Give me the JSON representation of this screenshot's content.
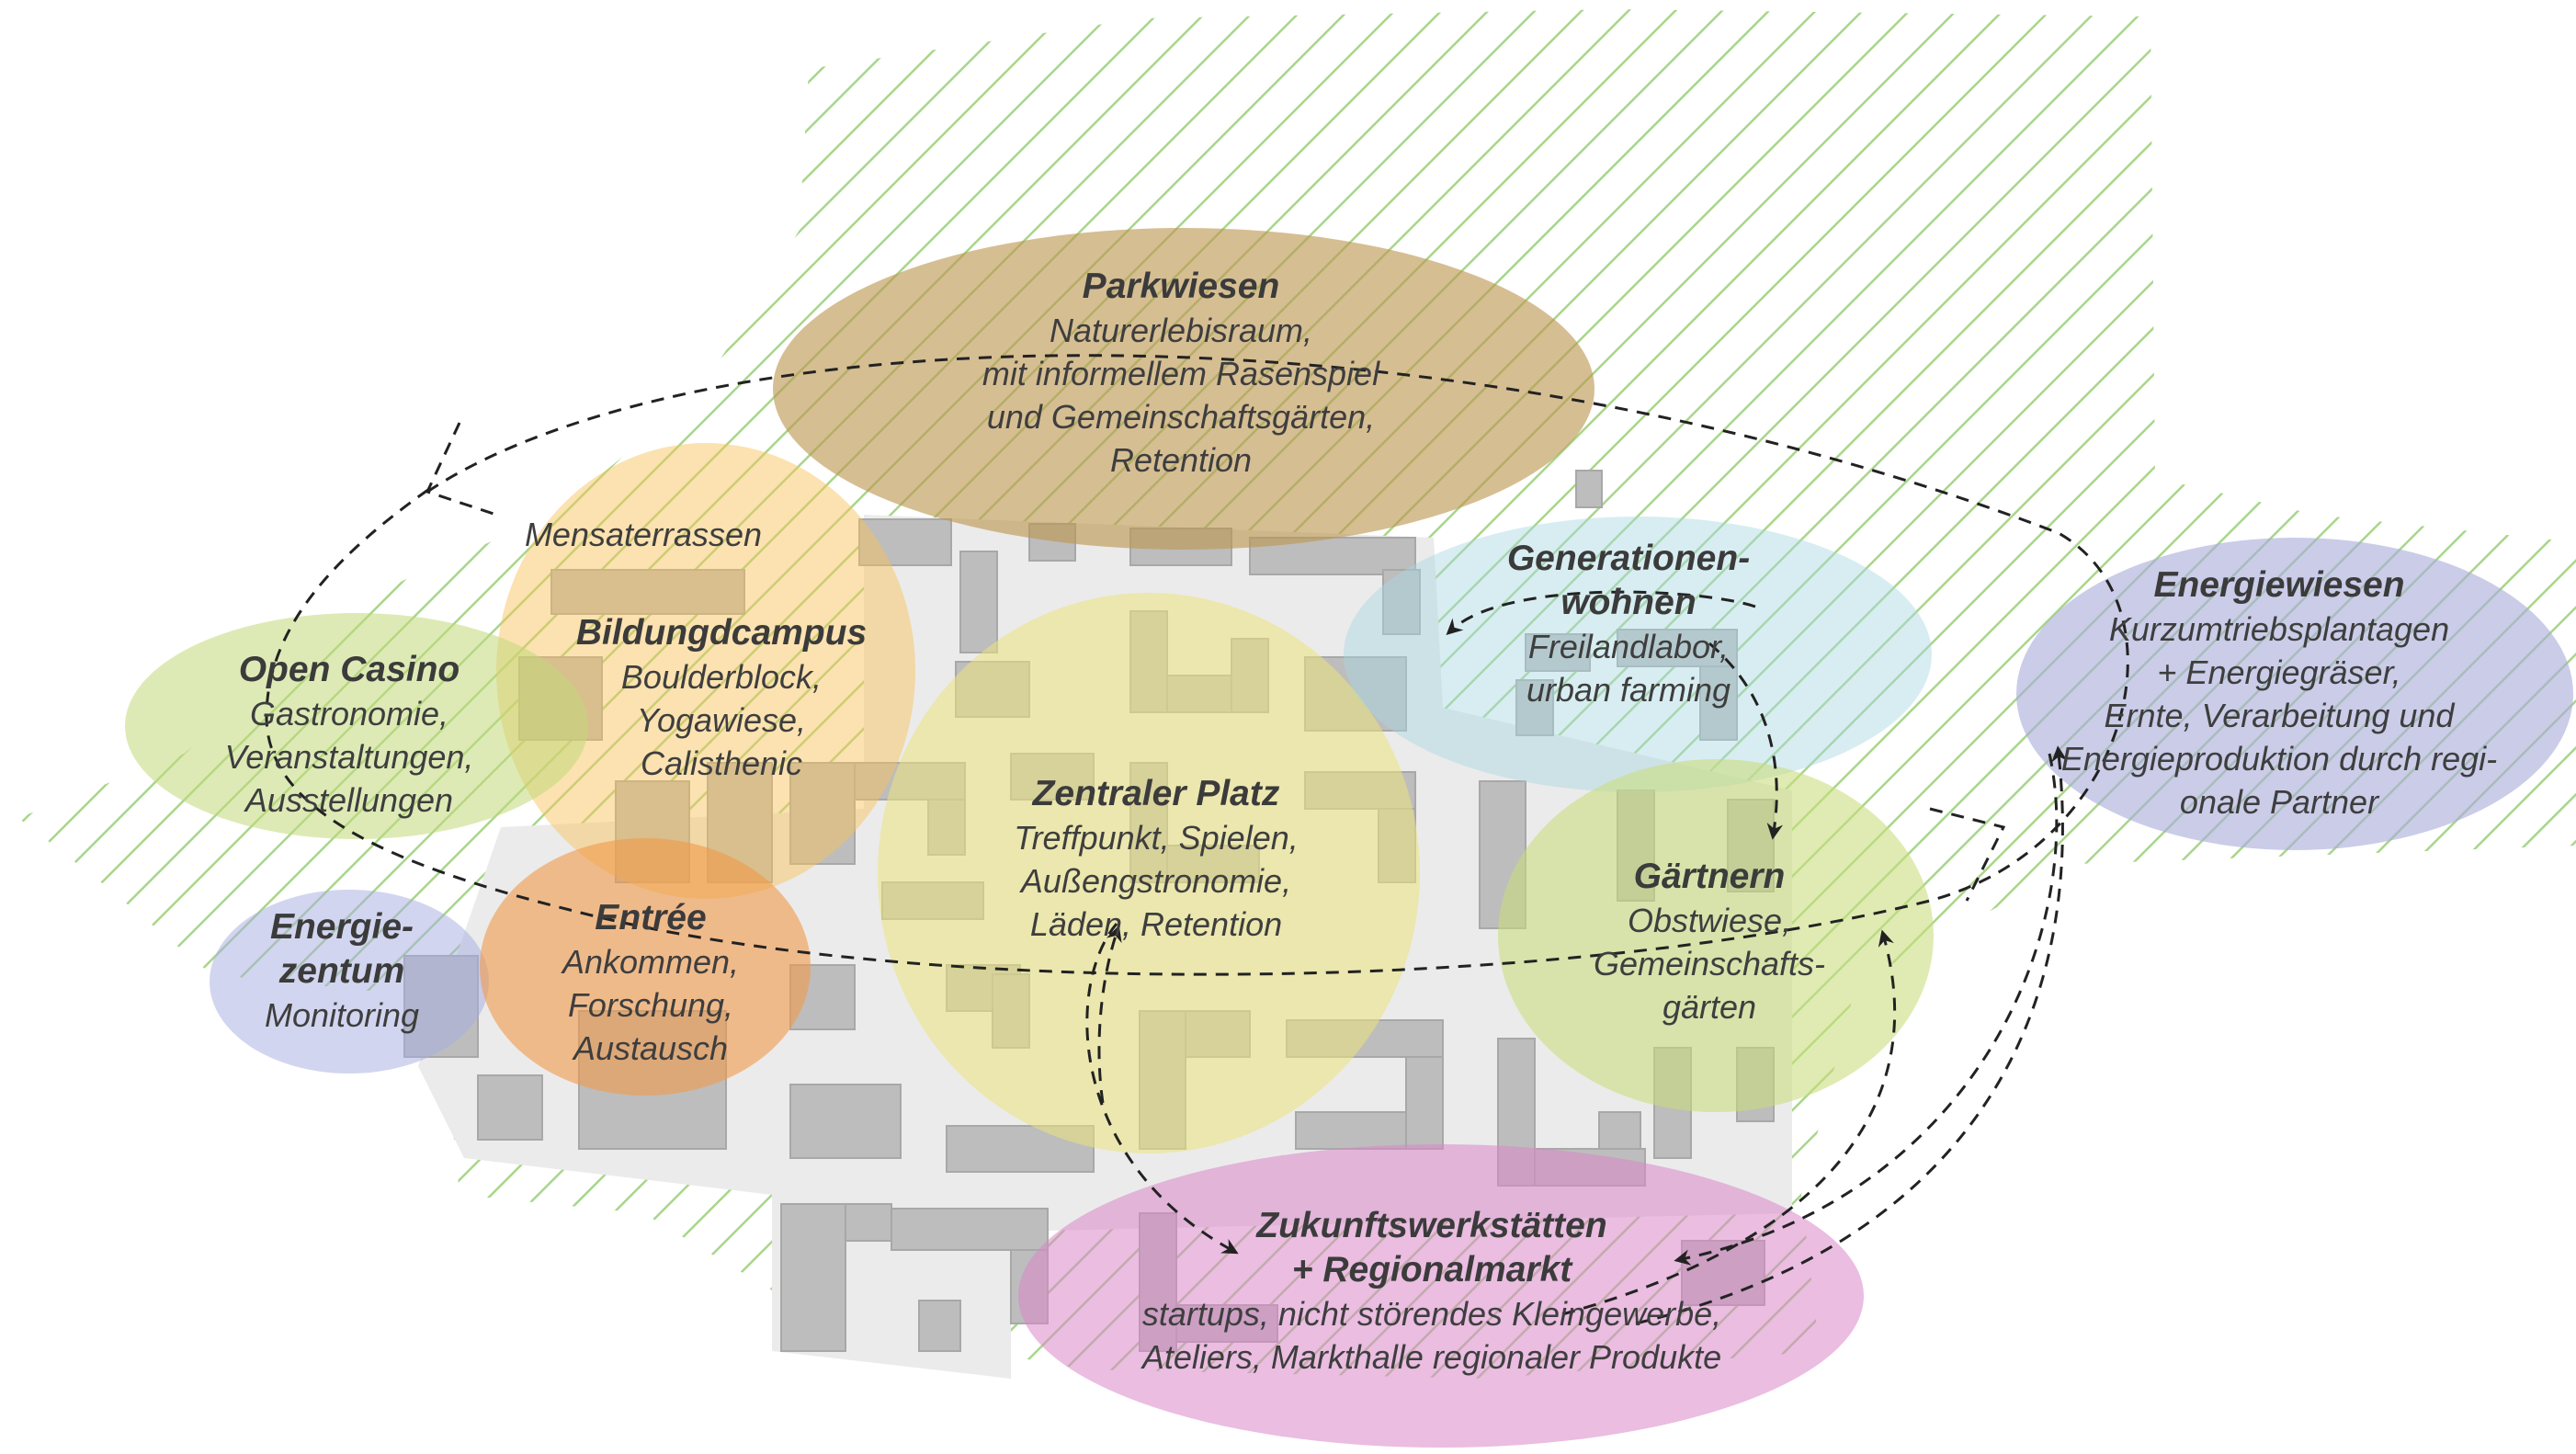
{
  "colors": {
    "hatch": "#a8d68a",
    "block": "#bdbdbd",
    "blockStroke": "#a8a8a8",
    "ground": "#ebebeb",
    "arrow": "#222222"
  },
  "zones": [
    {
      "id": "parkwiesen",
      "title": "Parkwiesen",
      "lines": [
        "Naturerlebisraum,",
        "mit informellem Rasenspiel",
        "und Gemeinschaftsgärten,",
        "Retention"
      ],
      "color": "#bd9650"
    },
    {
      "id": "bildungscampus",
      "title": "Bildungdcampus",
      "top_note": "Mensaterrassen",
      "lines": [
        "Boulderblock,",
        "Yogawiese,",
        "Calisthenic"
      ],
      "color": "#f6c35a"
    },
    {
      "id": "open-casino",
      "title": "Open Casino",
      "lines": [
        "Gastronomie,",
        "Veranstaltungen,",
        "Ausstellungen"
      ],
      "color": "#c2d87a"
    },
    {
      "id": "energiezentum",
      "title": "Energie-\nzentum",
      "lines": [
        "Monitoring"
      ],
      "color": "#a9aee0"
    },
    {
      "id": "entree",
      "title": "Entrée",
      "lines": [
        "Ankommen,",
        "Forschung,",
        "Austausch"
      ],
      "color": "#f19a4a"
    },
    {
      "id": "zentraler-platz",
      "title": "Zentraler Platz",
      "lines": [
        "Treffpunkt, Spielen,",
        "Außengstronomie,",
        "Läden, Retention"
      ],
      "color": "#ebe47c"
    },
    {
      "id": "generationenwohnen",
      "title": "Generationen-\nwohnen",
      "lines": [
        "Freilandlabor,",
        "urban farming"
      ],
      "color": "#a9d8e0"
    },
    {
      "id": "gaertnern",
      "title": "Gärtnern",
      "lines": [
        "Obstwiese,",
        "Gemeinschafts-",
        "gärten"
      ],
      "color": "#c9dc7c"
    },
    {
      "id": "energiewiesen",
      "title": "Energiewiesen",
      "lines": [
        "Kurzumtriebsplantagen",
        "+ Energiegräser,",
        "Ernte, Verarbeitung und",
        "Energieproduktion durch regi-",
        "onale Partner"
      ],
      "color": "#a9acda"
    },
    {
      "id": "zukunftswerkstaetten",
      "title": "Zukunftswerkstätten\n+ Regionalmarkt",
      "lines": [
        "startups, nicht störendes Kleingewerbe,",
        "Ateliers, Markthalle regionaler Produkte"
      ],
      "color": "#d886c8"
    }
  ]
}
